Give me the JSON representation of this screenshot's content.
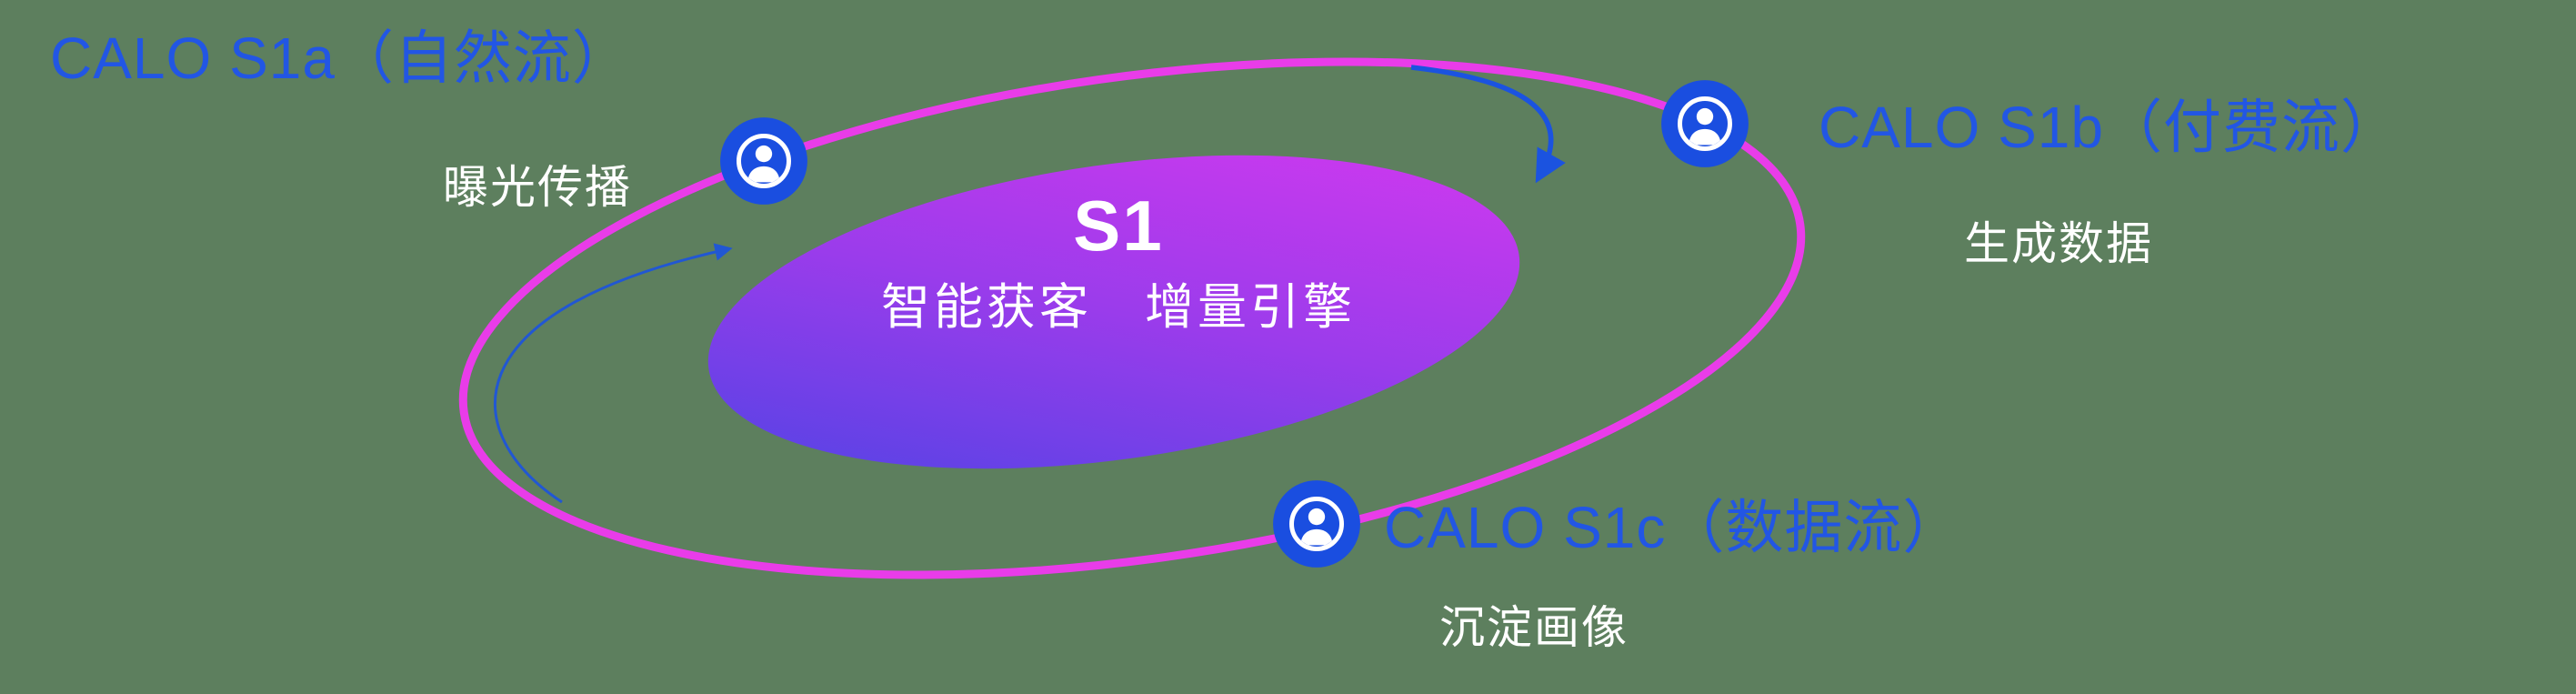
{
  "background_color": "#5d7f5e",
  "diagram": {
    "core": {
      "title": "S1",
      "subtitle": "智能获客　增量引擎"
    },
    "nodes": [
      {
        "id": "s1a",
        "label": "CALO S1a（自然流）",
        "sublabel": "曝光传播",
        "icon": "user-avatar-icon"
      },
      {
        "id": "s1b",
        "label": "CALO S1b（付费流）",
        "sublabel": "生成数据",
        "icon": "user-avatar-icon"
      },
      {
        "id": "s1c",
        "label": "CALO S1c（数据流）",
        "sublabel": "沉淀画像",
        "icon": "user-avatar-icon"
      }
    ],
    "arrows": [
      {
        "id": "flow-right",
        "direction": "clockwise-down"
      },
      {
        "id": "flow-left",
        "direction": "counterclockwise-up"
      }
    ],
    "colors": {
      "label_blue": "#2256e4",
      "orbit_ring_magenta": "#e93ce9",
      "node_fill_blue": "#1a4ee0",
      "arrow_blue": "#1b53e0",
      "core_gradient_start": "#4a44e4",
      "core_gradient_mid": "#9a3ceb",
      "core_gradient_end": "#d838ef",
      "text_white": "#ffffff"
    }
  }
}
